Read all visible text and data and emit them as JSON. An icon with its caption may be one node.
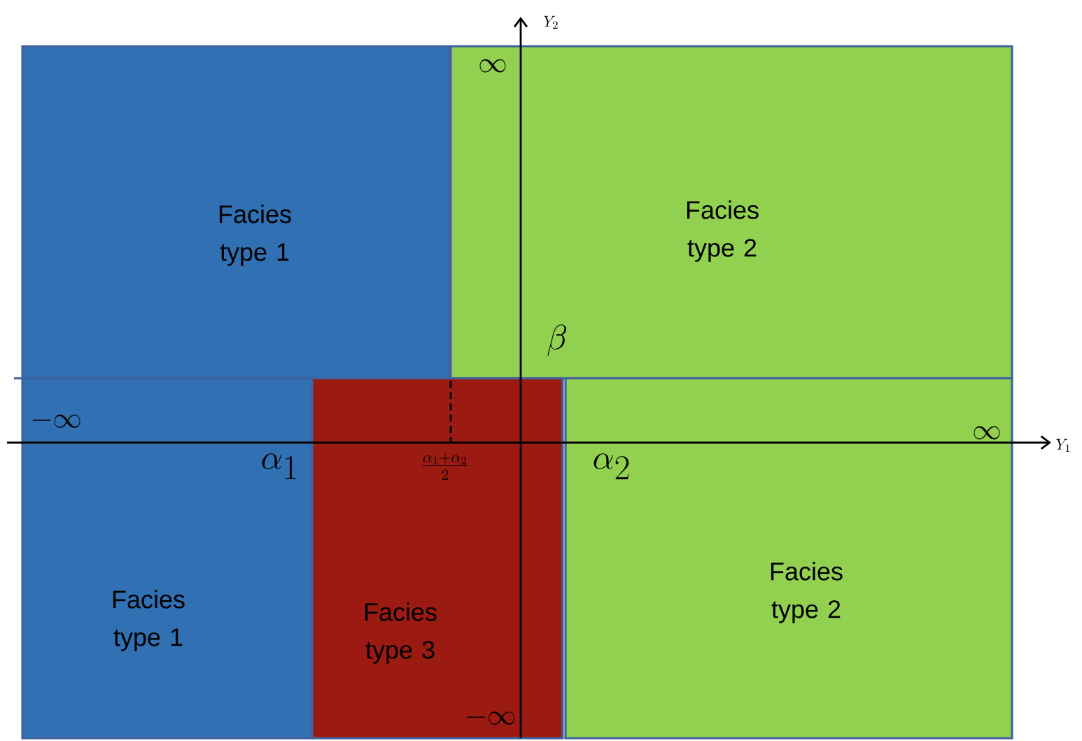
{
  "diagram": {
    "nodes": [
      {
        "text": [
          "Facies type 1"
        ]
      },
      {
        "text": [
          "Facies type 2"
        ]
      },
      {
        "text": [
          "Facies type 1"
        ]
      },
      {
        "text": [
          "Facies type 3"
        ]
      },
      {
        "text": [
          "Facies type 2"
        ]
      }
    ],
    "labels": [
      "Y_2",
      "\\infty",
      "\\beta",
      "-\\infty",
      "\\infty",
      "\\alpha_1",
      "\\frac{\\alpha_1+\\alpha_2}{2}",
      "\\alpha_2",
      "Y_1",
      "-\\infty"
    ]
  }
}
